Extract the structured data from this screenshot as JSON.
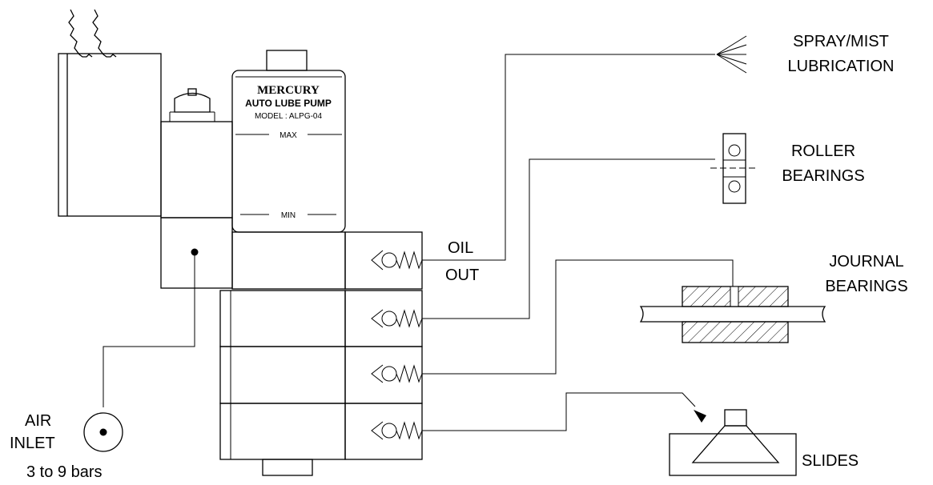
{
  "pump": {
    "brand": "MERCURY",
    "product": "AUTO LUBE PUMP",
    "model": "MODEL : ALPG-04",
    "level_max": "MAX",
    "level_min": "MIN"
  },
  "labels": {
    "oil_out": [
      "OIL",
      "OUT"
    ],
    "air_inlet": [
      "AIR",
      "INLET"
    ],
    "air_pressure": "3 to 9 bars",
    "spray_mist": [
      "SPRAY/MIST",
      "LUBRICATION"
    ],
    "roller_bearings": [
      "ROLLER",
      "BEARINGS"
    ],
    "journal_bearings": [
      "JOURNAL",
      "BEARINGS"
    ],
    "slides": "SLIDES"
  }
}
